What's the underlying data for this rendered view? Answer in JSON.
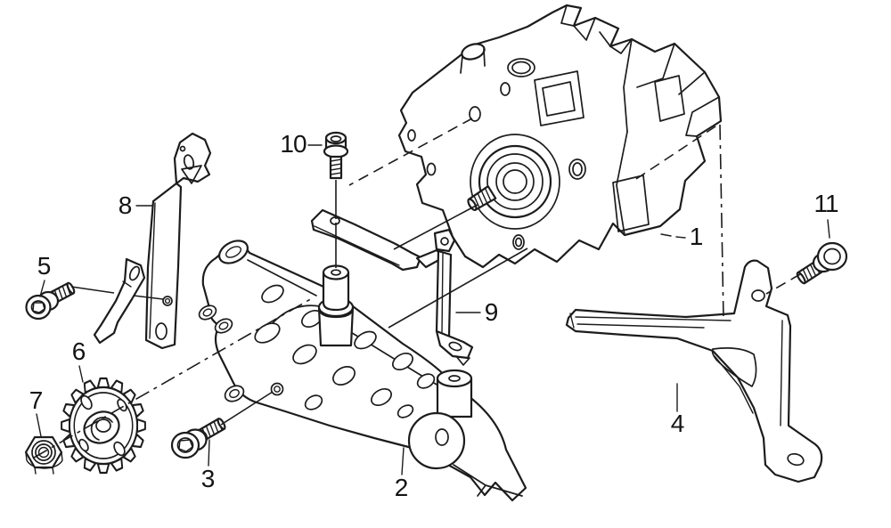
{
  "diagram": {
    "type": "exploded-parts-diagram",
    "background_color": "#ffffff",
    "line_color": "#1c1c1c",
    "callouts": [
      "1",
      "2",
      "3",
      "4",
      "5",
      "6",
      "7",
      "8",
      "9",
      "10",
      "11"
    ]
  }
}
